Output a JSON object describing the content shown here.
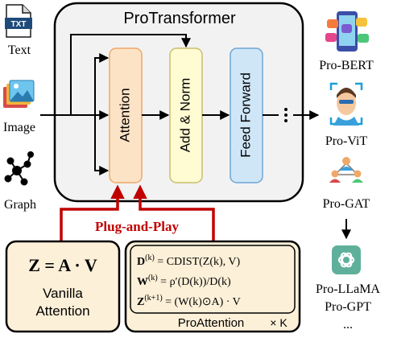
{
  "main_block": {
    "title": "ProTransformer"
  },
  "layers": {
    "attention": "Attention",
    "add_norm": "Add & Norm",
    "feed_forward": "Feed Forward"
  },
  "inputs": [
    {
      "label": "Text",
      "icon": "text-file-icon"
    },
    {
      "label": "Image",
      "icon": "image-stack-icon"
    },
    {
      "label": "Graph",
      "icon": "graph-network-icon"
    }
  ],
  "outputs": [
    {
      "label": "Pro-BERT",
      "icon": "phone-apps-icon"
    },
    {
      "label": "Pro-ViT",
      "icon": "face-scan-icon"
    },
    {
      "label": "Pro-GAT",
      "icon": "people-network-icon"
    },
    {
      "label": "Pro-LLaMA",
      "icon": "openai-logo-icon"
    },
    {
      "label": "Pro-GPT",
      "icon": ""
    },
    {
      "label": "...",
      "icon": ""
    }
  ],
  "plug_and_play": "Plug-and-Play",
  "vanilla": {
    "formula": "Z = A · V",
    "label_line1": "Vanilla",
    "label_line2": "Attention"
  },
  "pro_attention": {
    "label": "ProAttention",
    "repeat": "× K",
    "eq1_lhs": "D",
    "eq1_sup": "(k)",
    "eq1_rhs": " = CDIST(Z(k), V)",
    "eq2_lhs": "W",
    "eq2_sup": "(k)",
    "eq2_rhs": " = ρ′(D(k))/D(k)",
    "eq3_lhs": "Z",
    "eq3_sup": "(k+1)",
    "eq3_rhs": " = (W(k)⊙A) · V"
  },
  "colors": {
    "block_bg": "#f2f2f2",
    "attention_fill": "#fde3c6",
    "attention_stroke": "#f0a868",
    "addnorm_fill": "#fffbd2",
    "addnorm_stroke": "#c8c070",
    "ff_fill": "#cfe6f7",
    "ff_stroke": "#6fa6d6",
    "red": "#c00000",
    "panel_fill": "#fdf0d8"
  }
}
